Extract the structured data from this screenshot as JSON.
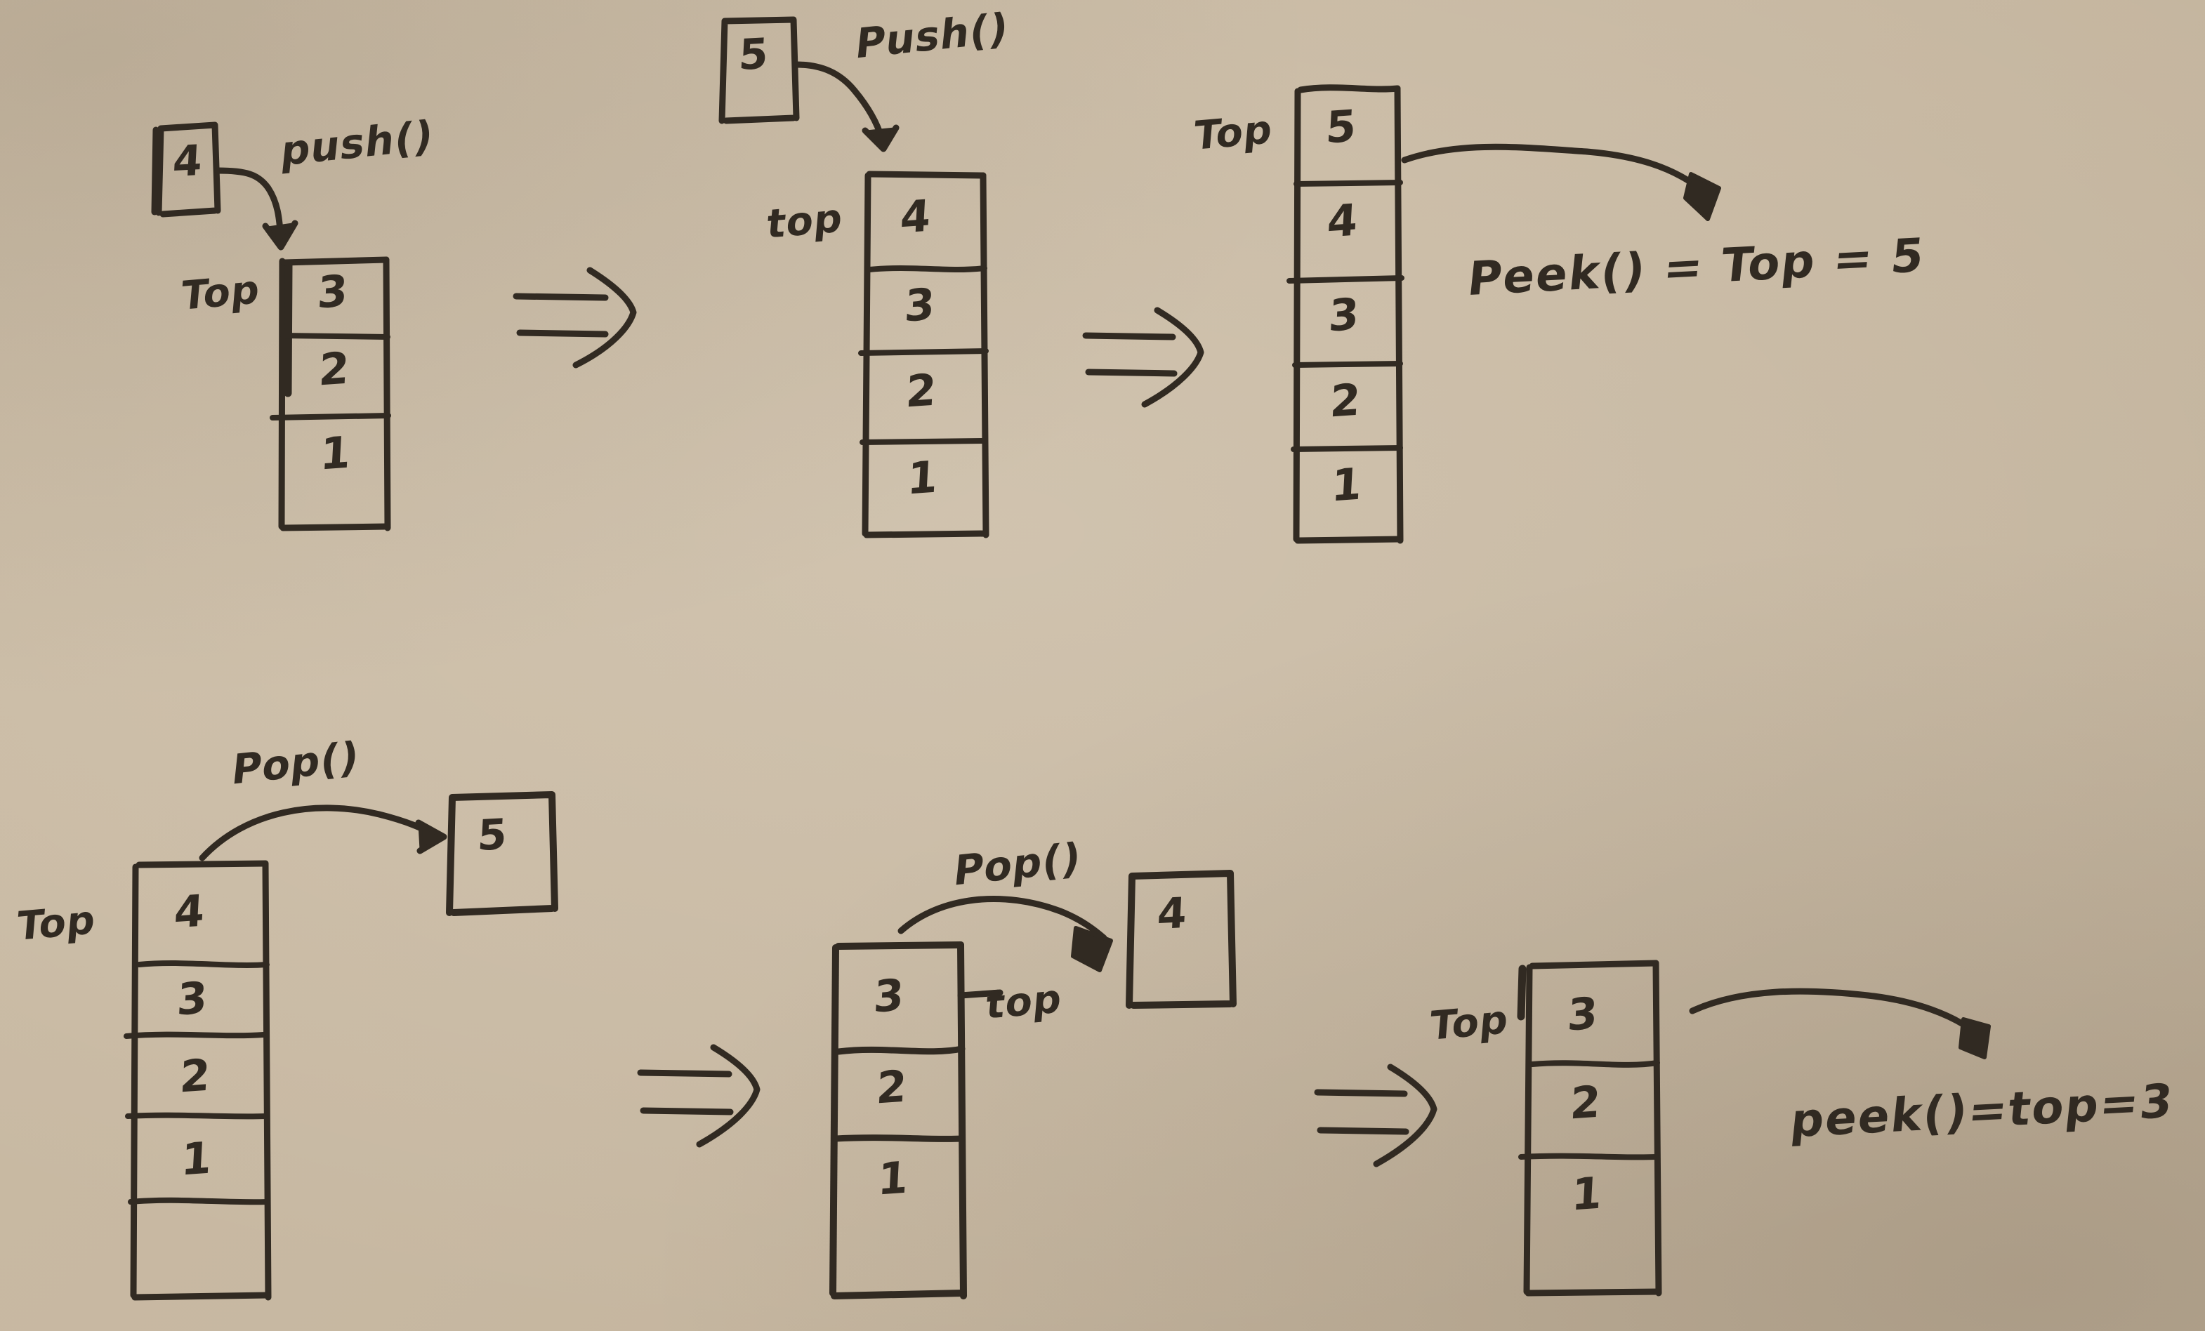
{
  "title": "Stack operations hand-drawn diagram",
  "surface": {
    "background_color": "#c8b9a3",
    "ink_color": "#312a22"
  },
  "steps": [
    {
      "id": "step-1",
      "row": "top",
      "operation_label": "push()",
      "incoming_box_value": "4",
      "pointer_label": "Top",
      "pointer_side": "left",
      "stack_values": [
        "3",
        "2",
        "1"
      ],
      "transition_symbol": "⇒"
    },
    {
      "id": "step-2",
      "row": "top",
      "operation_label": "Push()",
      "incoming_box_value": "5",
      "pointer_label": "top",
      "pointer_side": "left",
      "stack_values": [
        "4",
        "3",
        "2",
        "1"
      ],
      "transition_symbol": "⇒"
    },
    {
      "id": "step-3",
      "row": "top",
      "operation_label": "",
      "pointer_label": "Top",
      "pointer_side": "left",
      "stack_values": [
        "5",
        "4",
        "3",
        "2",
        "1"
      ],
      "result_equation": "Peek() = Top = 5"
    },
    {
      "id": "step-4",
      "row": "bottom",
      "operation_label": "Pop()",
      "outgoing_box_value": "5",
      "pointer_label": "Top",
      "pointer_side": "left",
      "stack_values": [
        "4",
        "3",
        "2",
        "1"
      ],
      "transition_symbol": "⇒"
    },
    {
      "id": "step-5",
      "row": "bottom",
      "operation_label": "Pop()",
      "outgoing_box_value": "4",
      "pointer_label": "top",
      "pointer_side": "right",
      "stack_values": [
        "3",
        "2",
        "1"
      ],
      "transition_symbol": "⇒"
    },
    {
      "id": "step-6",
      "row": "bottom",
      "operation_label": "",
      "pointer_label": "Top",
      "pointer_side": "left",
      "stack_values": [
        "3",
        "2",
        "1"
      ],
      "result_equation": "peek()=top=3"
    }
  ],
  "text": {
    "push_1": "push()",
    "push_2": "Push()",
    "pop_1": "Pop()",
    "pop_2": "Pop()",
    "top_1": "Top",
    "top_2": "top",
    "top_3": "Top",
    "top_4": "Top",
    "top_5": "top",
    "top_6": "Top",
    "box_4": "4",
    "box_5": "5",
    "box_out_5": "5",
    "box_out_4": "4",
    "peek_top": "Peek() = Top = 5",
    "peek_bottom": "peek()=top=3",
    "arrow_1": "⇒",
    "arrow_2": "⇒",
    "arrow_3": "⇒",
    "arrow_4": "⇒",
    "s1_c0": "3",
    "s1_c1": "2",
    "s1_c2": "1",
    "s2_c0": "4",
    "s2_c1": "3",
    "s2_c2": "2",
    "s2_c3": "1",
    "s3_c0": "5",
    "s3_c1": "4",
    "s3_c2": "3",
    "s3_c3": "2",
    "s3_c4": "1",
    "s4_c0": "4",
    "s4_c1": "3",
    "s4_c2": "2",
    "s4_c3": "1",
    "s5_c0": "3",
    "s5_c1": "2",
    "s5_c2": "1",
    "s6_c0": "3",
    "s6_c1": "2",
    "s6_c2": "1"
  }
}
